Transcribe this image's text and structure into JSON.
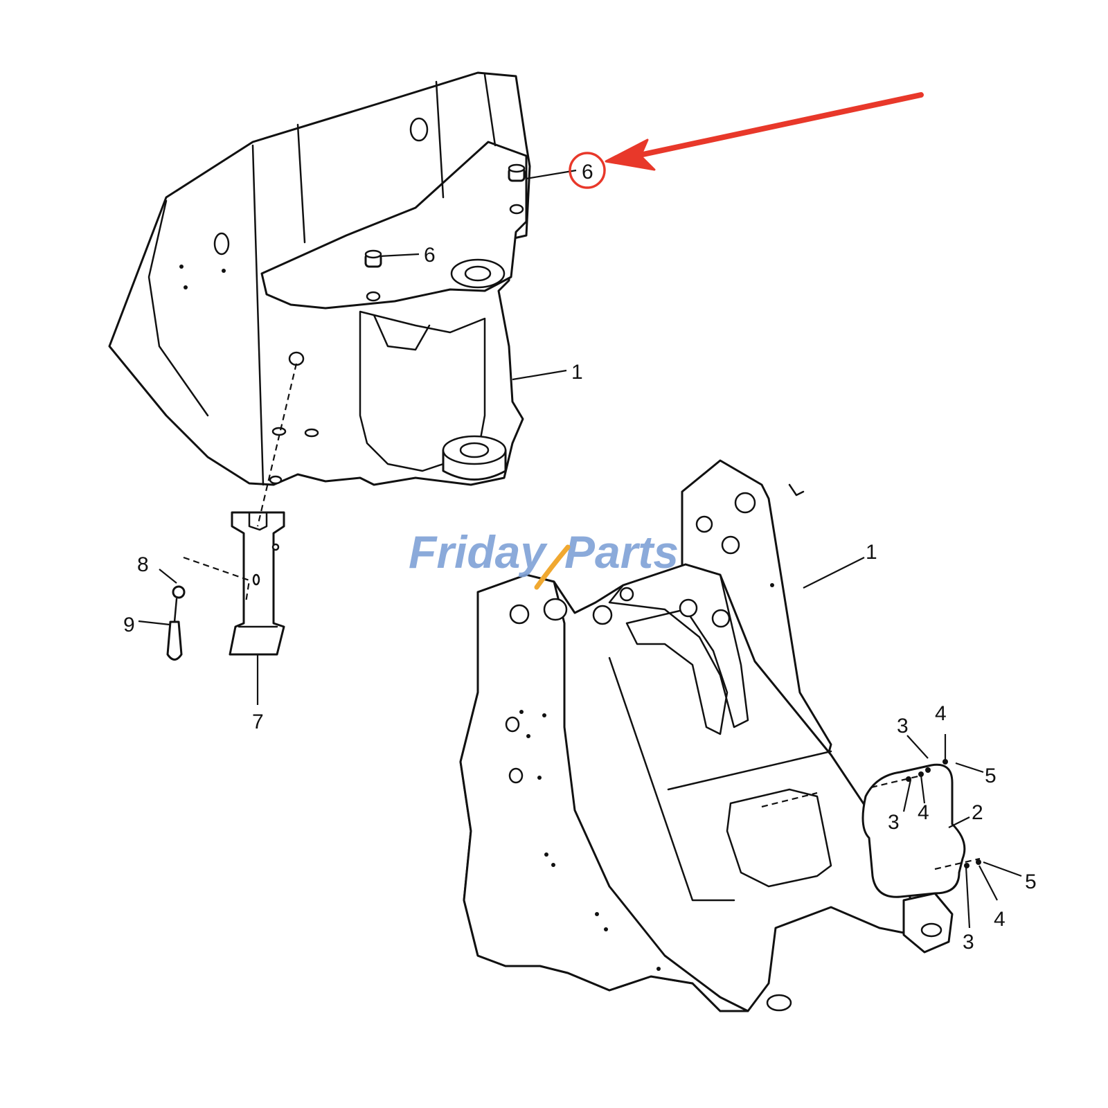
{
  "watermark": {
    "text_left": "Friday",
    "text_right": "Parts",
    "color": "#7fa1d6",
    "accent": "#f0a830"
  },
  "highlight": {
    "color": "#e8382a",
    "target_callout": "6"
  },
  "callouts": {
    "c6_top": "6",
    "c6_mid": "6",
    "c1_top": "1",
    "c8": "8",
    "c9": "9",
    "c7": "7",
    "c1_bottom": "1",
    "c3_a": "3",
    "c4_a": "4",
    "c5_a": "5",
    "c3_b": "3",
    "c4_b": "4",
    "c2": "2",
    "c5_b": "5",
    "c3_c": "3",
    "c4_c": "4"
  }
}
